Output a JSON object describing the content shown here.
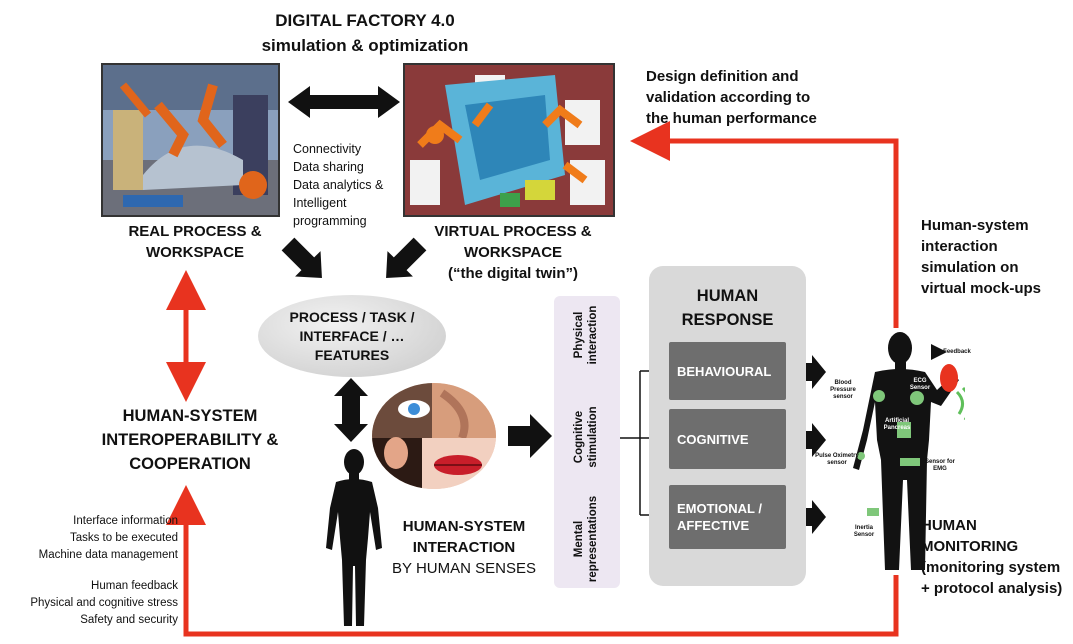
{
  "header": {
    "line1": "DIGITAL FACTORY 4.0",
    "line2": "simulation & optimization"
  },
  "connectivity": [
    "Connectivity",
    "Data sharing",
    "Data analytics &",
    "Intelligent",
    "programming"
  ],
  "real": {
    "line1": "REAL PROCESS &",
    "line2": "WORKSPACE"
  },
  "virtual": {
    "line1": "VIRTUAL PROCESS &",
    "line2": "WORKSPACE",
    "line3": "(“the digital twin”)"
  },
  "design": [
    "Design definition and",
    "validation according to",
    "the human performance"
  ],
  "hsi_sim": [
    "Human-system",
    "interaction",
    "simulation on",
    "virtual mock-ups"
  ],
  "features": [
    "PROCESS / TASK /",
    "INTERFACE / …",
    "FEATURES"
  ],
  "interop": [
    "HUMAN-SYSTEM",
    "INTEROPERABILITY &",
    "COOPERATION"
  ],
  "senses": {
    "line1": "HUMAN-SYSTEM",
    "line2": "INTERACTION",
    "line3": "BY HUMAN SENSES"
  },
  "side_panel": {
    "physical": [
      "Physical",
      "interaction"
    ],
    "cognitive": [
      "Cognitive",
      "stimulation"
    ],
    "mental": [
      "Mental",
      "representations"
    ]
  },
  "response": {
    "title1": "HUMAN",
    "title2": "RESPONSE",
    "behavioural": "BEHAVIOURAL",
    "cognitive": "COGNITIVE",
    "emotional1": "EMOTIONAL /",
    "emotional2": "AFFECTIVE"
  },
  "monitoring": [
    "HUMAN",
    "MONITORING",
    "(monitoring system",
    "+ protocol analysis)"
  ],
  "sensors": {
    "feedback": "Feedback",
    "ecg": "ECG Sensor",
    "blood": "Blood Pressure sensor",
    "pancreas": "Artificial Pancreas",
    "pulse": "Pulse Oximetry sensor",
    "emg": "Sensor for EMG",
    "inertia": "Inertia Sensor"
  },
  "bottom_left": [
    "Interface information",
    "Tasks to be executed",
    "Machine data management",
    "Human feedback",
    "Physical and cognitive stress",
    "Safety and security"
  ],
  "colors": {
    "red": "#e8331f",
    "gray_panel": "#d9d9d9",
    "gray_box": "#6e6e6e",
    "lavender": "#ede7f2"
  }
}
